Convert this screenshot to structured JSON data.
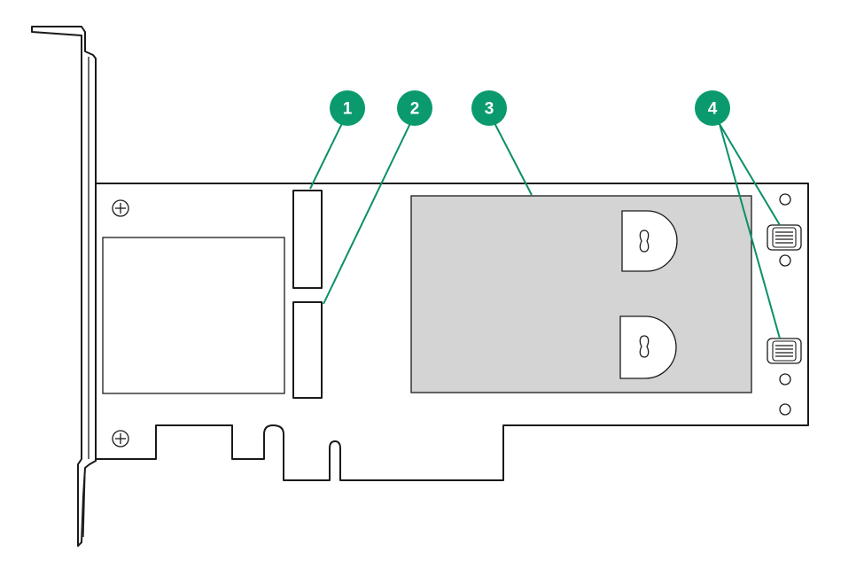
{
  "colors": {
    "callout": "#0a9a6e",
    "callout_line": "#0a8f6a",
    "heatsink_fill": "#d4d4d4",
    "outline": "#1a1a1a"
  },
  "callouts": [
    {
      "label": "1",
      "target": "connector-upper"
    },
    {
      "label": "2",
      "target": "connector-lower"
    },
    {
      "label": "3",
      "target": "heatsink-plate"
    },
    {
      "label": "4",
      "target": "mounting-standoffs"
    }
  ]
}
